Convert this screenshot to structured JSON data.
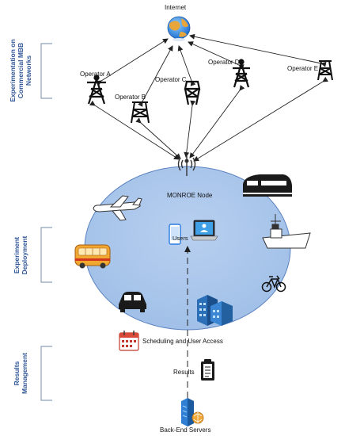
{
  "internet": {
    "label": "Internet"
  },
  "operators": [
    {
      "label": "Operator A"
    },
    {
      "label": "Operator B"
    },
    {
      "label": "Operator C"
    },
    {
      "label": "Operator D"
    },
    {
      "label": "Operator E"
    }
  ],
  "node": {
    "label": "MONROE Node"
  },
  "users": {
    "label": "Users"
  },
  "scheduling": {
    "label": "Scheduling and User Access"
  },
  "results": {
    "label": "Results"
  },
  "servers": {
    "label": "Back-End Servers"
  },
  "sections": [
    {
      "label": "Experimentation on Commercial MBB Networks"
    },
    {
      "label": "Experiment Deployment"
    },
    {
      "label": "Results Management"
    }
  ],
  "icons": {
    "internet": "globe-icon",
    "operator": "cell-tower-icon",
    "antenna": "antenna-icon",
    "train": "train-icon",
    "plane": "airplane-icon",
    "bus": "bus-icon",
    "ship": "ship-icon",
    "bike": "bicycle-icon",
    "car": "car-icon",
    "buildings": "buildings-icon",
    "calendar": "calendar-icon",
    "clipboard": "clipboard-icon",
    "server": "server-icon"
  },
  "colors": {
    "ellipse": "#a9c5ea",
    "section_text": "#2f5597",
    "bracket": "#8ea0b8"
  }
}
